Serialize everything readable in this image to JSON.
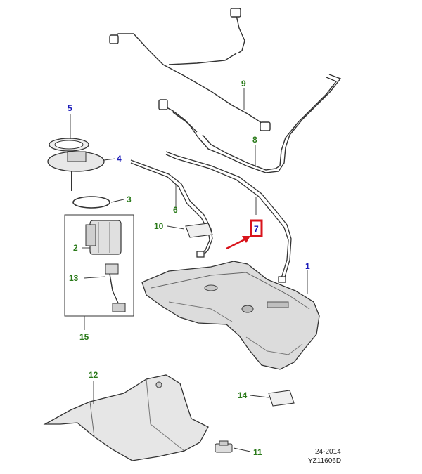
{
  "diagram": {
    "callouts": [
      {
        "id": "1",
        "label": "1",
        "color": "#1a1ab8"
      },
      {
        "id": "2",
        "label": "2",
        "color": "#2a7a1a"
      },
      {
        "id": "3",
        "label": "3",
        "color": "#2a7a1a"
      },
      {
        "id": "4",
        "label": "4",
        "color": "#1a1ab8"
      },
      {
        "id": "5",
        "label": "5",
        "color": "#1a1ab8"
      },
      {
        "id": "6",
        "label": "6",
        "color": "#2a7a1a"
      },
      {
        "id": "7",
        "label": "7",
        "color": "#1a1ab8",
        "highlighted": true
      },
      {
        "id": "8",
        "label": "8",
        "color": "#2a7a1a"
      },
      {
        "id": "9",
        "label": "9",
        "color": "#2a7a1a"
      },
      {
        "id": "10",
        "label": "10",
        "color": "#2a7a1a"
      },
      {
        "id": "11",
        "label": "11",
        "color": "#2a7a1a"
      },
      {
        "id": "12",
        "label": "12",
        "color": "#2a7a1a"
      },
      {
        "id": "13",
        "label": "13",
        "color": "#2a7a1a"
      },
      {
        "id": "14",
        "label": "14",
        "color": "#2a7a1a"
      },
      {
        "id": "15",
        "label": "15",
        "color": "#2a7a1a"
      }
    ],
    "highlight_color": "#d9141c",
    "reference": {
      "date": "24-2014",
      "code": "YZ11606D"
    }
  }
}
